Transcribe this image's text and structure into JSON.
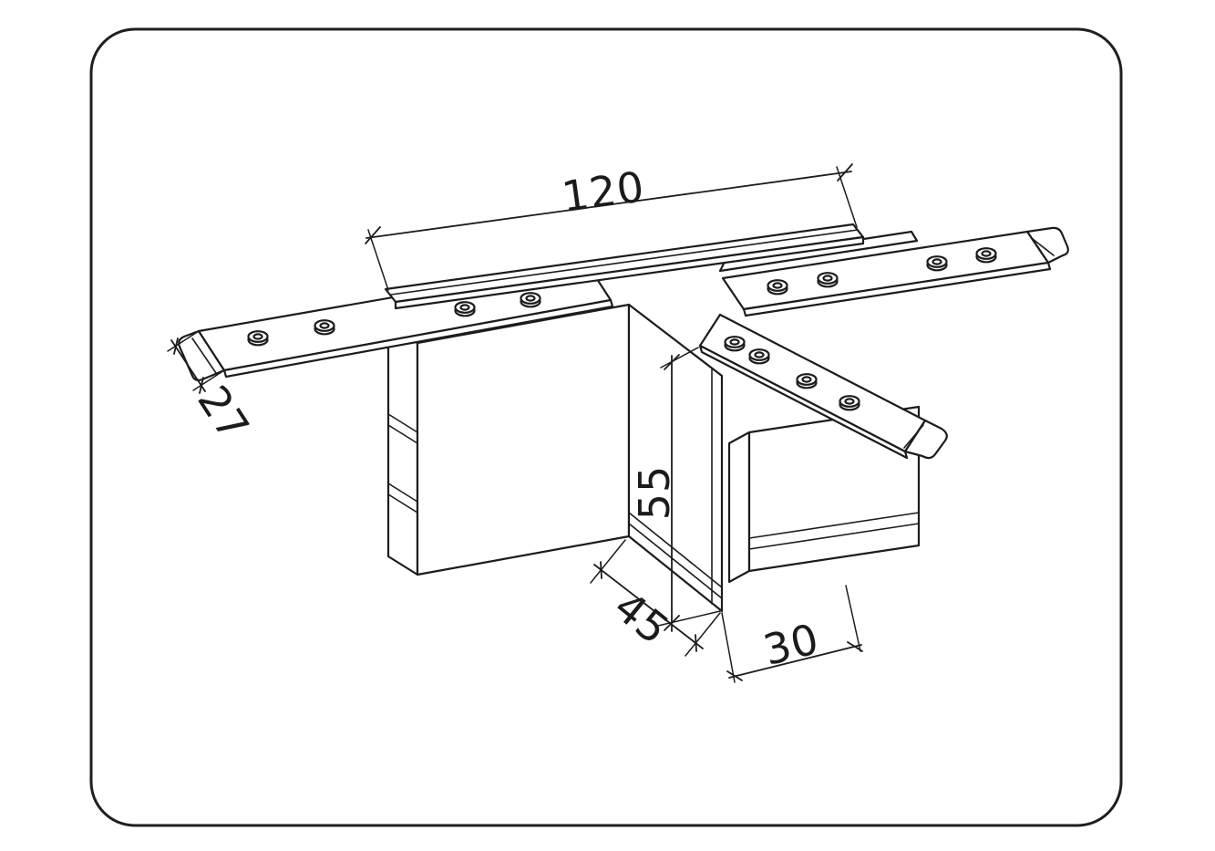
{
  "canvas": {
    "background": "#ffffff",
    "frame_color": "#1f1f1f",
    "line_color": "#1c1c1c"
  },
  "drawing": {
    "type": "isometric-technical-drawing",
    "subject": "T-shaped track connector profile with mounting plates and screw holes",
    "dimensions": {
      "length_top": "120",
      "end_width": "27",
      "profile_height": "55",
      "base_width": "45",
      "slot_width": "30"
    }
  }
}
